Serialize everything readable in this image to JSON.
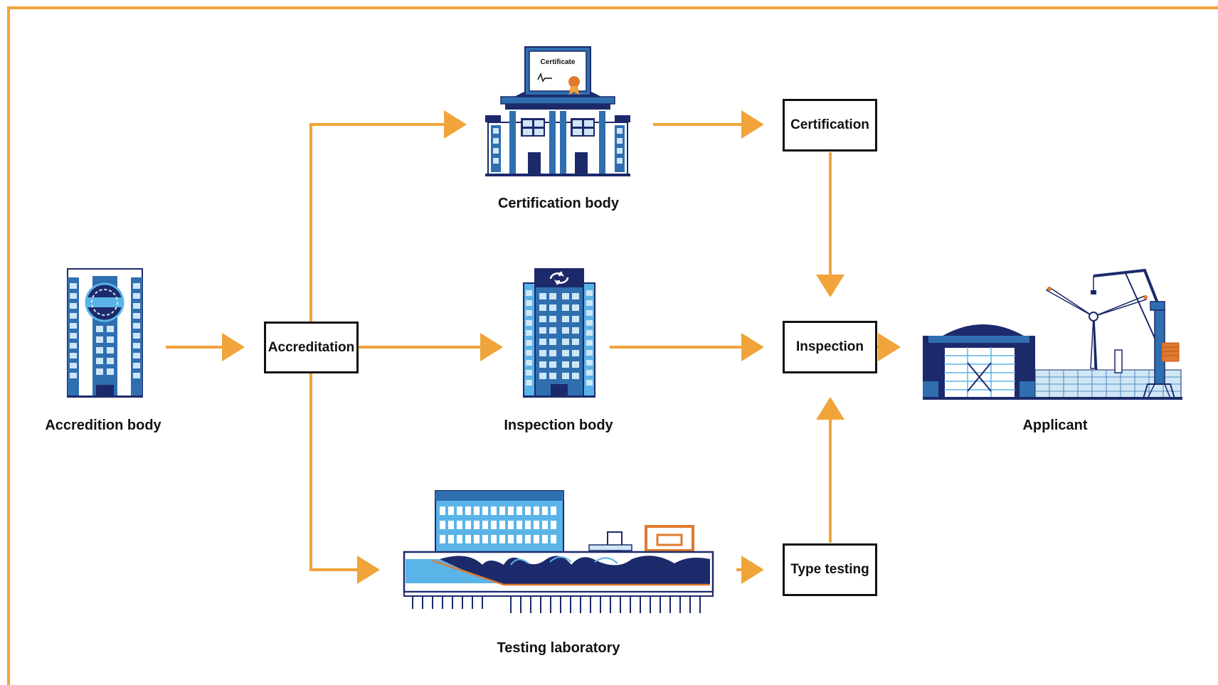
{
  "colors": {
    "frame": "#f0a43a",
    "arrow": "#f0a43a",
    "navy": "#1c2a6b",
    "blue": "#2f6fb0",
    "lightblue": "#5ab4e8",
    "paleblue": "#cfe6f5",
    "accent_orange": "#e07a2e"
  },
  "nodes": {
    "accreditation": "Accreditation",
    "certification": "Certification",
    "inspection": "Inspection",
    "type_testing": "Type testing"
  },
  "labels": {
    "accredition_body": "Accredition body",
    "certification_body": "Certification body",
    "inspection_body": "Inspection body",
    "testing_laboratory": "Testing laboratory",
    "applicant": "Applicant",
    "certificate_text": "Certificate"
  },
  "icons": {
    "accredition_body": "office-tower-with-globe-icon",
    "certification_body": "classical-building-with-certificate-icon",
    "inspection_body": "office-tower-with-cycle-icon",
    "testing_laboratory": "wave-basin-laboratory-icon",
    "applicant": "port-with-crane-and-wind-turbine-icon"
  }
}
